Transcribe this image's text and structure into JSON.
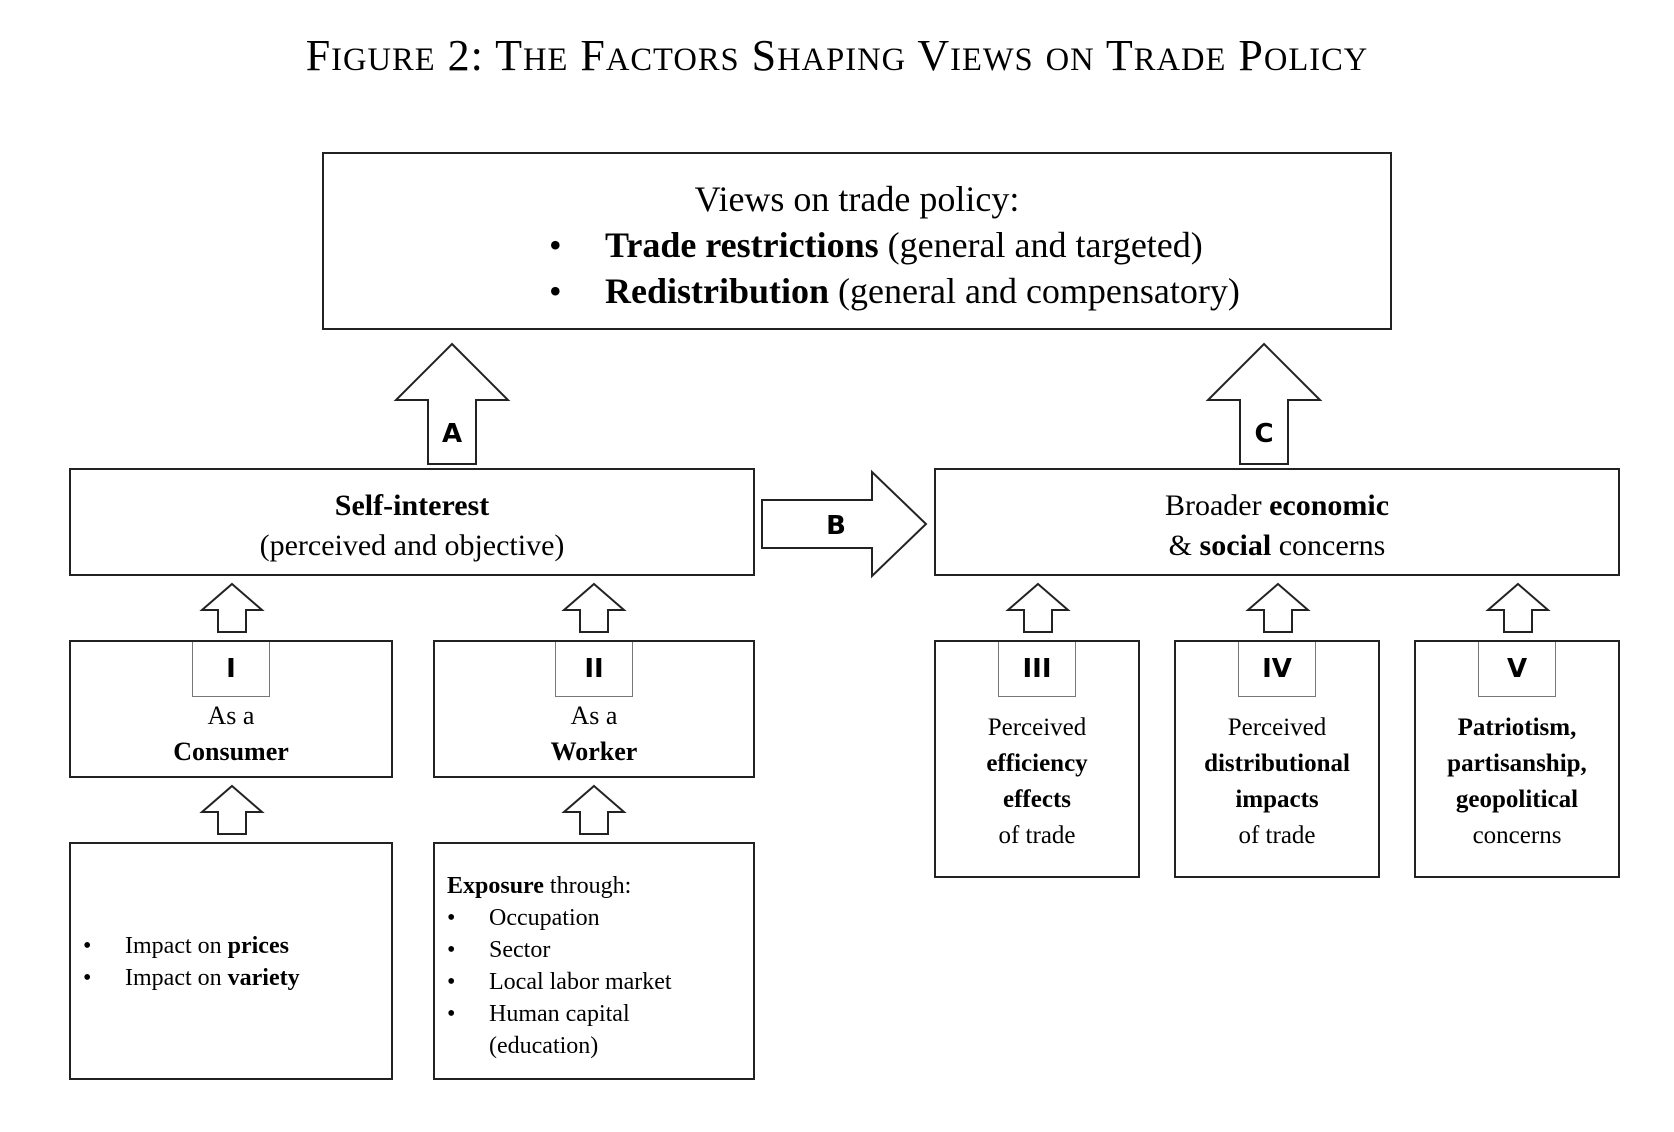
{
  "title": {
    "prefix_F": "F",
    "prefix_rest": "IGURE",
    "num": "2:",
    "w1_T": "T",
    "w1_rest": "HE",
    "w2_F": "F",
    "w2_rest": "ACTORS",
    "w3_S": "S",
    "w3_rest": "HAPING",
    "w4_V": "V",
    "w4_rest": "IEWS",
    "w5": "ON",
    "w6_T": "T",
    "w6_rest": "RADE",
    "w7_P": "P",
    "w7_rest": "OLICY"
  },
  "top_box": {
    "heading": "Views on trade policy:",
    "bullet": "•",
    "items": [
      {
        "bold": "Trade restrictions",
        "rest": " (general and targeted)"
      },
      {
        "bold": "Redistribution",
        "rest": " (general and compensatory)"
      }
    ]
  },
  "arrows": {
    "a": "A",
    "b": "B",
    "c": "C"
  },
  "self_interest": {
    "bold": "Self-interest",
    "line2": "(perceived and objective)"
  },
  "broader": {
    "pre": "Broader ",
    "bold1": "economic",
    "amp": "& ",
    "bold2": "social",
    "post": " concerns"
  },
  "boxes": {
    "consumer": {
      "tag": "I",
      "line1": "As a",
      "line2": "Consumer"
    },
    "worker": {
      "tag": "II",
      "line1": "As a",
      "line2": "Worker"
    },
    "efficiency": {
      "tag": "III",
      "line1": "Perceived",
      "line2": "efficiency",
      "line3": "effects",
      "line4": "of trade"
    },
    "distributional": {
      "tag": "IV",
      "line1": "Perceived",
      "line2": "distributional",
      "line3": "impacts",
      "line4": "of trade"
    },
    "patriotism": {
      "tag": "V",
      "line1": "Patriotism,",
      "line2": "partisanship,",
      "line3": "geopolitical",
      "line4": "concerns"
    }
  },
  "consumer_detail": {
    "bullet": "•",
    "items": [
      {
        "pre": "Impact on ",
        "bold": "prices"
      },
      {
        "pre": "Impact on ",
        "bold": "variety"
      }
    ]
  },
  "worker_detail": {
    "heading_bold": "Exposure",
    "heading_rest": " through:",
    "bullet": "•",
    "items": [
      "Occupation",
      "Sector",
      "Local labor market",
      "Human capital"
    ],
    "item4_cont": "(education)"
  }
}
